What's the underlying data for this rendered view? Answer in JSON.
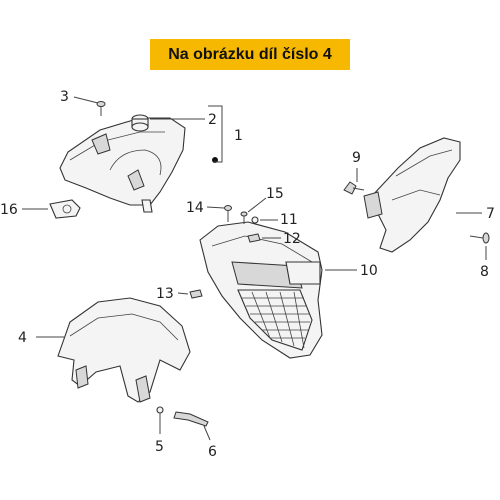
{
  "banner": {
    "text": "Na obrázku díl číslo 4",
    "color": "#f6b800"
  },
  "callouts": {
    "c1": "1",
    "c2": "2",
    "c3": "3",
    "c4": "4",
    "c5": "5",
    "c6": "6",
    "c7": "7",
    "c8": "8",
    "c9": "9",
    "c10": "10",
    "c11": "11",
    "c12": "12",
    "c13": "13",
    "c14": "14",
    "c15": "15",
    "c16": "16"
  }
}
